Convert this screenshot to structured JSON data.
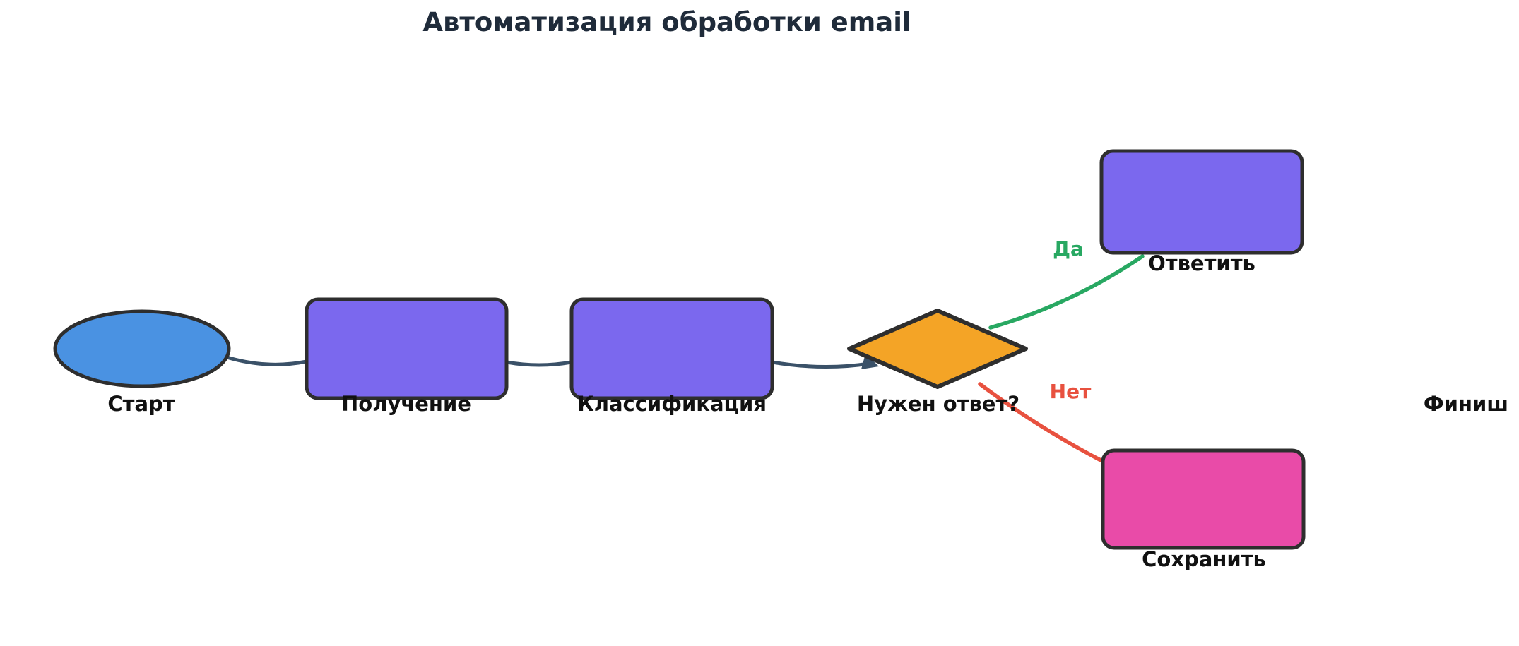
{
  "title": {
    "text": "Автоматизация обработки email"
  },
  "palette": {
    "title_color": "#1f2b3a",
    "node_border": "#2e2e2e",
    "flow_edge_color": "#3a5168",
    "label_color": "#111111"
  },
  "nodes": {
    "start": {
      "label": "Старт",
      "shape": "ellipse",
      "fill": "#4a92e2"
    },
    "receive": {
      "label": "Получение",
      "shape": "process-rect",
      "fill": "#7b68ee"
    },
    "classify": {
      "label": "Классификация",
      "shape": "process-rect",
      "fill": "#7b68ee"
    },
    "decision": {
      "label": "Нужен ответ?",
      "shape": "diamond",
      "fill": "#f4a426"
    },
    "reply": {
      "label": "Ответить",
      "shape": "process-rect",
      "fill": "#7b68ee"
    },
    "save": {
      "label": "Сохранить",
      "shape": "process-rect",
      "fill": "#e94ba8"
    },
    "finish": {
      "label": "Финиш",
      "shape": "text-only"
    }
  },
  "edges": {
    "yes": {
      "label": "Да",
      "color": "#28a862"
    },
    "no": {
      "label": "Нет",
      "color": "#e8513f"
    }
  }
}
